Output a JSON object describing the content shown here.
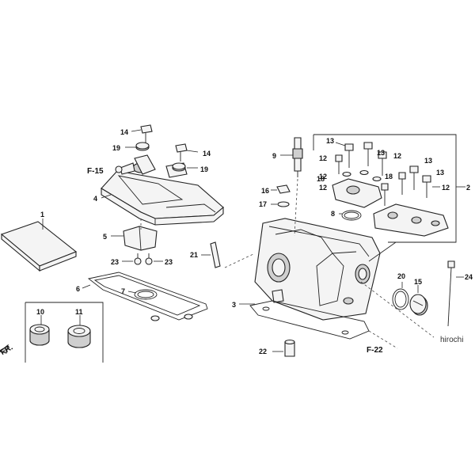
{
  "callouts": {
    "c1": "1",
    "c2": "2",
    "c3": "3",
    "c4": "4",
    "c5": "5",
    "c6": "6",
    "c7": "7",
    "c8": "8",
    "c9": "9",
    "c10": "10",
    "c11": "11",
    "c12": "12",
    "c13": "13",
    "c14": "14",
    "c15": "15",
    "c16": "16",
    "c17": "17",
    "c18": "18",
    "c19": "19",
    "c20": "20",
    "c21": "21",
    "c22": "22",
    "c23": "23",
    "c24": "24"
  },
  "references": {
    "f15": "F-15",
    "f22": "F-22",
    "fr": "FR."
  },
  "watermark": "hirochi"
}
